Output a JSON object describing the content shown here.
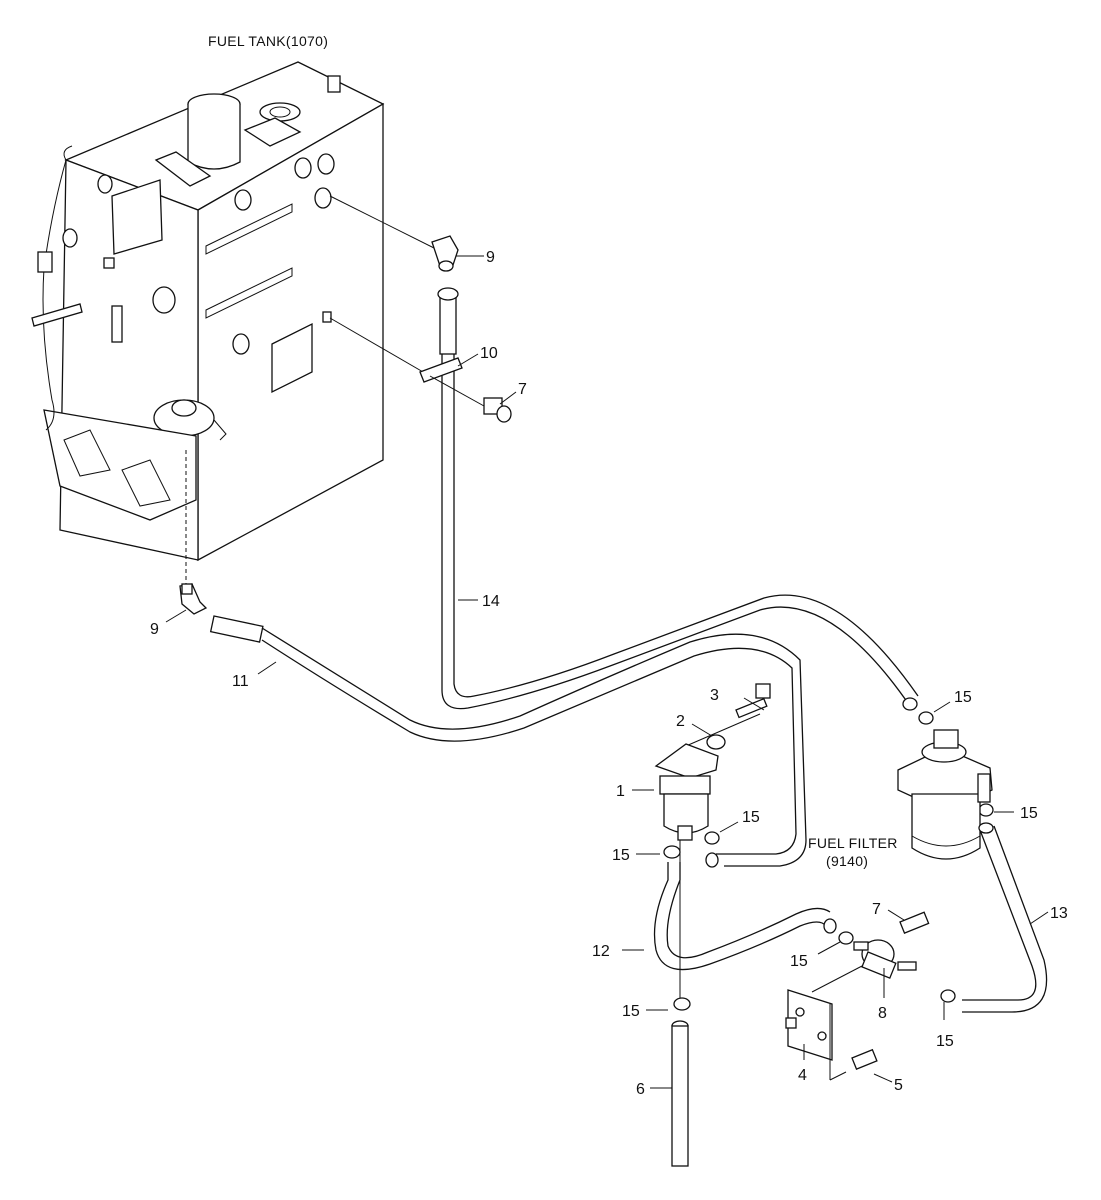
{
  "captions": {
    "fuel_tank": "FUEL TANK(1070)",
    "fuel_filter_line1": "FUEL FILTER",
    "fuel_filter_line2": "(9140)"
  },
  "callouts": {
    "c1": "1",
    "c2": "2",
    "c3": "3",
    "c4": "4",
    "c5": "5",
    "c6": "6",
    "c7a": "7",
    "c7b": "7",
    "c8": "8",
    "c9a": "9",
    "c9b": "9",
    "c10": "10",
    "c11": "11",
    "c12": "12",
    "c13": "13",
    "c14": "14",
    "c15a": "15",
    "c15b": "15",
    "c15c": "15",
    "c15d": "15",
    "c15e": "15",
    "c15f": "15",
    "c15g": "15"
  }
}
